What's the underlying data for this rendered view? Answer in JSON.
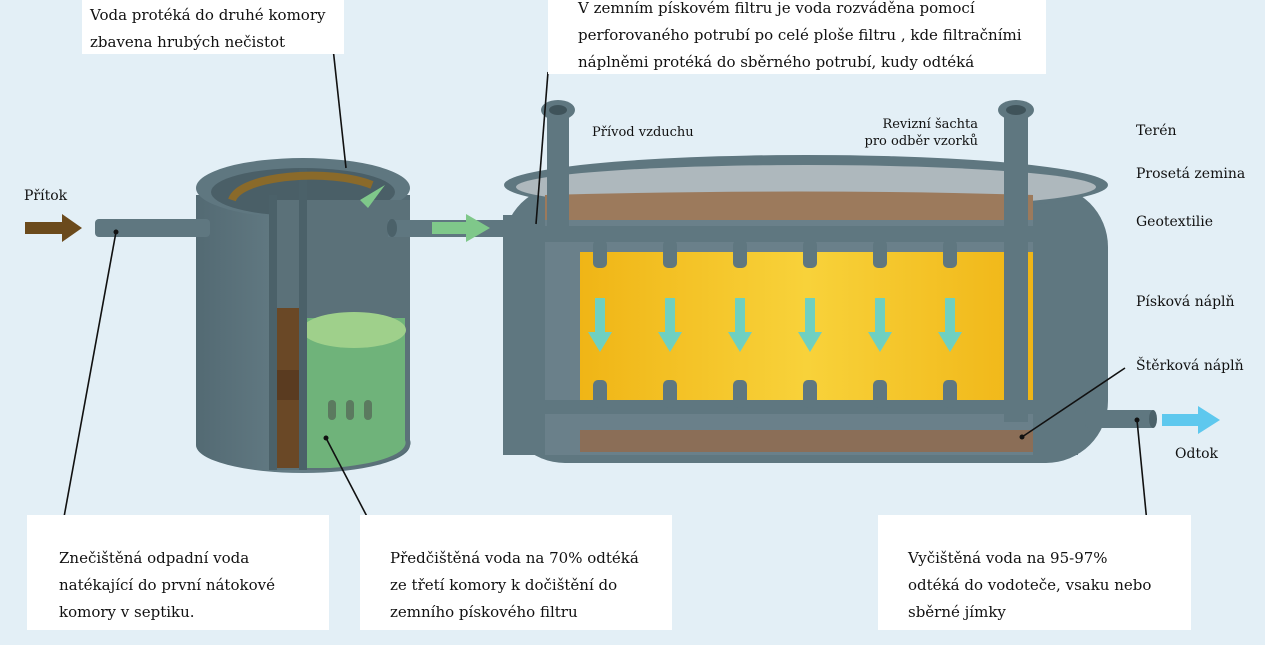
{
  "labels": {
    "inflow": "Přítok",
    "outflow": "Odtok",
    "air_supply": "Přívod vzduchu",
    "inspection_shaft": [
      "Revizní šachta",
      "pro odběr vzorků"
    ],
    "layers": {
      "terrain": "Terén",
      "sifted_soil": "Prosetá zemina",
      "geotextile": "Geotextilie",
      "sand_fill": "Písková náplň",
      "gravel_fill": "Štěrková náplň"
    }
  },
  "callouts": {
    "second_chamber": [
      "Voda protéká do druhé komory",
      "zbavena hrubých nečistot"
    ],
    "sand_filter": [
      "V zemním pískovém filtru je voda rozváděna pomocí",
      "perforovaného potrubí po celé ploše filtru , kde filtračními",
      "náplněmi protéká do sběrného potrubí, kudy odtéká"
    ],
    "inflow_wastewater": [
      "Znečištěná odpadní voda",
      "natékající do první nátokové",
      "komory v septiku."
    ],
    "pretreated": [
      "Předčištěná voda na 70% odtéká",
      "ze třetí komory k dočištění do",
      "zemního pískového filtru"
    ],
    "cleaned": [
      "Vyčištěná voda na 95-97%",
      "odtéká do vodoteče, vsaku nebo",
      "sběrné jímky"
    ]
  },
  "colors": {
    "background": "#e3eff6",
    "concrete": "#5f7780",
    "concrete_dark": "#4b6169",
    "sand": "#f3c21b",
    "gravel": "#8b6e57",
    "inflow_arrow": "#6b4a1c",
    "flow_arrow": "#7fc88a",
    "outflow_arrow": "#5ec8ee",
    "teal_arrow": "#6fd0c0"
  }
}
